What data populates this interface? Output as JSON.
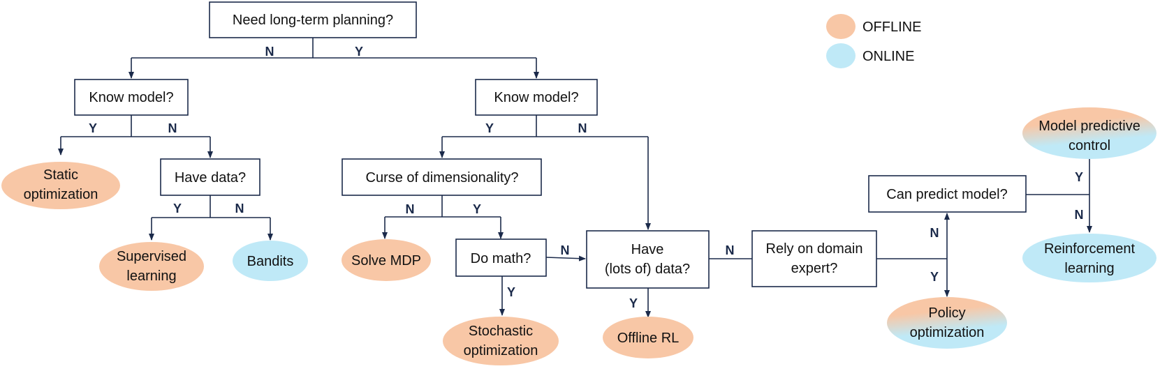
{
  "colors": {
    "offline": "#f8c7a6",
    "online": "#bfe9f7",
    "line": "#1b2a4a"
  },
  "legend": {
    "offline": "OFFLINE",
    "online": "ONLINE"
  },
  "labels": {
    "yes": "Y",
    "no": "N"
  },
  "nodes": {
    "need_long_term": [
      "Need long-term planning?"
    ],
    "know_model_left": [
      "Know model?"
    ],
    "know_model_right": [
      "Know model?"
    ],
    "have_data": [
      "Have data?"
    ],
    "curse_dim": [
      "Curse of dimensionality?"
    ],
    "do_math": [
      "Do math?"
    ],
    "have_lots_data": [
      "Have",
      "(lots of) data?"
    ],
    "rely_expert": [
      "Rely on domain",
      "expert?"
    ],
    "can_predict": [
      "Can predict model?"
    ],
    "static_opt": [
      "Static",
      "optimization"
    ],
    "supervised": [
      "Supervised",
      "learning"
    ],
    "bandits": [
      "Bandits"
    ],
    "solve_mdp": [
      "Solve MDP"
    ],
    "stochastic_opt": [
      "Stochastic",
      "optimization"
    ],
    "offline_rl": [
      "Offline RL"
    ],
    "policy_opt": [
      "Policy",
      "optimization"
    ],
    "mpc": [
      "Model predictive",
      "control"
    ],
    "rl": [
      "Reinforcement",
      "learning"
    ]
  }
}
